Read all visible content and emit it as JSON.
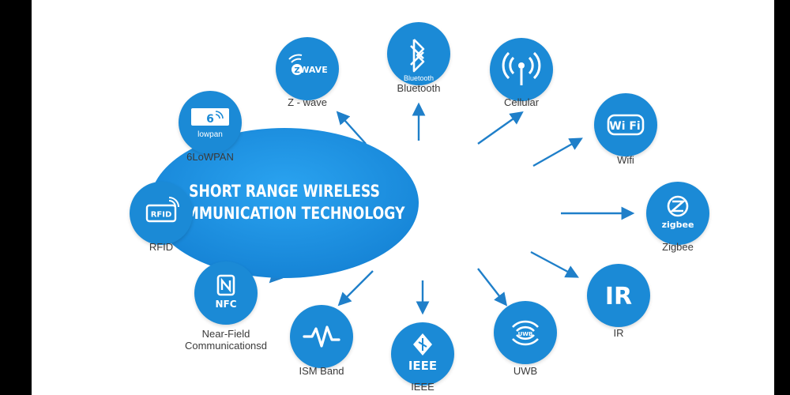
{
  "hub": {
    "line1": "SHORT RANGE WIRELESS",
    "line2": "COMMUNICATION TECHNOLOGY"
  },
  "colors": {
    "hub": "#1c8fe0",
    "node": "#1b8ad6",
    "arrow": "#1f7fc9",
    "background": "#ffffff",
    "frame": "#000000"
  },
  "nodes": [
    {
      "id": "bluetooth",
      "label": "Bluetooth",
      "icon": "bluetooth-icon",
      "icon_text": "Bluetooth"
    },
    {
      "id": "cellular",
      "label": "Cellular",
      "icon": "cellular-icon",
      "icon_text": ""
    },
    {
      "id": "wifi",
      "label": "Wifi",
      "icon": "wifi-icon",
      "icon_text": "Wi Fi"
    },
    {
      "id": "zigbee",
      "label": "Zigbee",
      "icon": "zigbee-icon",
      "icon_text": "zigbee"
    },
    {
      "id": "ir",
      "label": "IR",
      "icon": "ir-icon",
      "icon_text": "IR"
    },
    {
      "id": "uwb",
      "label": "UWB",
      "icon": "uwb-icon",
      "icon_text": "UWB"
    },
    {
      "id": "ieee",
      "label": "IEEE",
      "icon": "ieee-icon",
      "icon_text": "IEEE"
    },
    {
      "id": "ism",
      "label": "ISM Band",
      "icon": "ism-band-icon",
      "icon_text": ""
    },
    {
      "id": "nfc",
      "label": "Near-Field\nCommunicationsd",
      "icon": "nfc-icon",
      "icon_text": "NFC"
    },
    {
      "id": "rfid",
      "label": "RFID",
      "icon": "rfid-icon",
      "icon_text": "RFID"
    },
    {
      "id": "6lowpan",
      "label": "6LoWPAN",
      "icon": "6lowpan-icon",
      "icon_text": "lowpan"
    },
    {
      "id": "zwave",
      "label": "Z - wave",
      "icon": "z-wave-icon",
      "icon_text": "WAVE"
    }
  ]
}
